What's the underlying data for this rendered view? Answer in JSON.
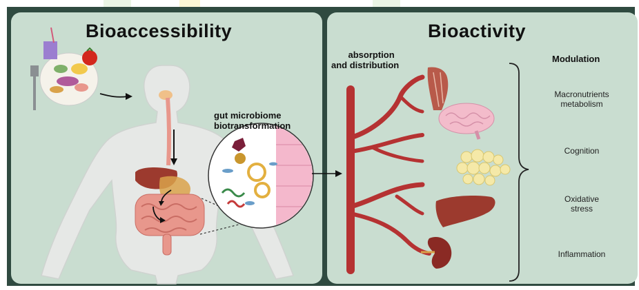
{
  "left_panel": {
    "title": "Bioaccessibility",
    "microbiome_label_line1": "gut microbiome",
    "microbiome_label_line2": "biotransformation"
  },
  "right_panel": {
    "title": "Bioactivity",
    "absorption_label_line1": "absorption",
    "absorption_label_line2": "and distribution",
    "modulation_heading": "Modulation",
    "modulation_items": [
      {
        "line1": "Macronutrients",
        "line2": "metabolism"
      },
      {
        "line1": "Cognition",
        "line2": ""
      },
      {
        "line1": "Oxidative",
        "line2": "stress"
      },
      {
        "line1": "Inflammation",
        "line2": ""
      }
    ]
  },
  "colors": {
    "frame": "#2f4a40",
    "panel": "#c9ddd0",
    "vessel": "#b53232",
    "body": "#e6e8e6",
    "intestine": "#e8978c",
    "liver": "#9c3a2e"
  },
  "icons": [
    "food-plate-icon",
    "juice-glass-icon",
    "tomato-icon",
    "fork-icon",
    "human-body-icon",
    "brain-icon",
    "muscle-icon",
    "adipose-icon",
    "liver-icon",
    "kidney-icon"
  ]
}
